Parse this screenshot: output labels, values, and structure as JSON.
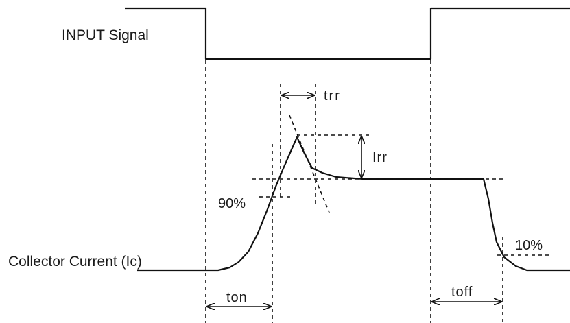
{
  "labels": {
    "input_signal": "INPUT Signal",
    "collector_current": "Collector Current (Ic)",
    "trr": "trr",
    "irr": "Irr",
    "pct90": "90%",
    "pct10": "10%",
    "ton": "ton",
    "toff": "toff"
  }
}
